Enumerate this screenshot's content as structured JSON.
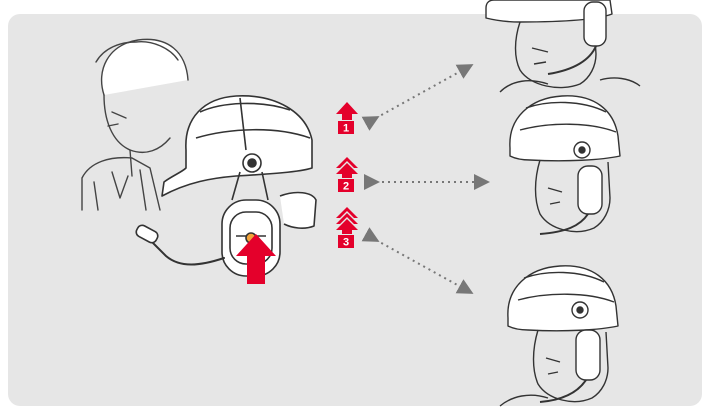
{
  "colors": {
    "panel": "#e6e6e6",
    "accent": "#e4002b",
    "line": "#333333",
    "dotted": "#777777"
  },
  "steps": [
    {
      "label": "1",
      "chevrons": 1
    },
    {
      "label": "2",
      "chevrons": 2
    },
    {
      "label": "3",
      "chevrons": 3
    }
  ],
  "icons": [
    "person-with-helmet-icon",
    "push-arrow-icon",
    "chevron-up-icon",
    "dotted-double-arrow-icon",
    "headset-position-icon"
  ]
}
